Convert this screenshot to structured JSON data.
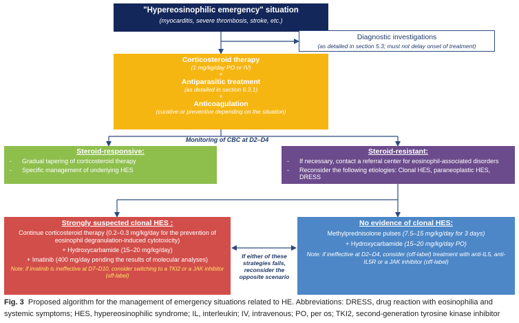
{
  "emergency": {
    "title": "\"Hypereosinophilic emergency\" situation",
    "subtitle": "(myocarditis, severe thrombosis, stroke, etc.)"
  },
  "diagnostic": {
    "title": "Diagnostic investigations",
    "subtitle": "(as detailed in section 5.3; must not delay onset of treatment)"
  },
  "treatment": {
    "cortico_title": "Corticosteroid therapy",
    "cortico_dose": "(1 mg/kg/day PO or IV)",
    "plus1": "+",
    "antiparasitic_title": "Antiparasitic treatment",
    "antiparasitic_note": "(as detailed in section 6.3.1)",
    "plus2": "+",
    "anticoag_title": "Anticoagulation",
    "anticoag_note": "(curative or preventive depending on the situation)"
  },
  "monitoring": "Monitoring of CBC at D2–D4",
  "steroid_responsive": {
    "title": "Steroid-responsive:",
    "items": [
      "Gradual tapering of corticosteroid therapy",
      "Specific management of underlying HES"
    ]
  },
  "steroid_resistant": {
    "title": "Steroid-resistant:",
    "items": [
      "If necessary, contact a referral center for eosinophil-associated disorders",
      "Reconsider the following etiologies: Clonal HES, paraneoplastic HES, DRESS"
    ]
  },
  "clonal": {
    "title": "Strongly suspected clonal HES :",
    "line1": "Continue corticosteroid therapy (0.2–0.3 mg/kg/day for the prevention of eosinophil degranulation-induced cytotoxicity)",
    "line2": "+ Hydroxycarbamide (15–20 mg/kg/day)",
    "line3": "+ Imatinib (400 mg/day pending the results of molecular analyses)",
    "note": "Note: if imatinib is ineffective at D7–D10, consider switching to a TKI2 or a JAK inhibitor (off-label)"
  },
  "strategy_note": "If either of these strategies fails, reconsider the opposite scenario",
  "no_clonal": {
    "title": "No evidence of clonal HES:",
    "line1_a": "Methylprednisolone pulses ",
    "line1_b": "(7.5–15 mg/kg/day for 3 days)",
    "line2_a": "+ Hydroxycarbamide ",
    "line2_b": "(15–20 mg/kg/day PO)",
    "note": "Note: if ineffective at D2–D4, consider (off-label) treatment with anti-IL5, anti-IL5R or a JAK inhibitor (off-label)"
  },
  "caption": {
    "label": "Fig. 3",
    "text": "Proposed algorithm for the management of emergency situations related to HE. Abbreviations: DRESS, drug reaction with eosinophilia and systemic symptoms; HES, hypereosinophilic syndrome; IL, interleukin; IV, intravenous; PO, per os; TKI2, second-generation tyrosine kinase inhibitor"
  },
  "colors": {
    "navy": "#14275a",
    "orange": "#f6b612",
    "green": "#8ebe4c",
    "purple": "#6c4b8c",
    "red": "#d24e4a",
    "blue": "#4d87c7",
    "connector": "#2a4a7e",
    "note_yellow": "#fde36a"
  }
}
